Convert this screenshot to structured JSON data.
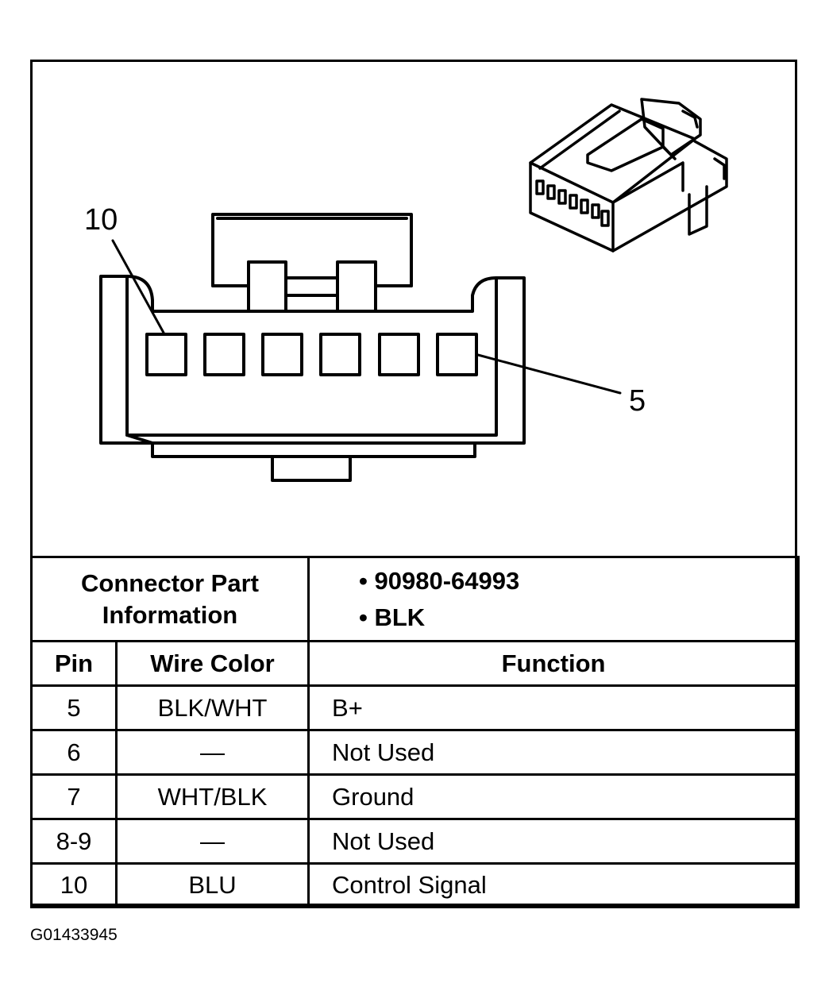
{
  "callouts": {
    "top_left": "10",
    "right": "5"
  },
  "connector_info": {
    "label": "Connector Part Information",
    "items": [
      "90980-64993",
      "BLK"
    ]
  },
  "table": {
    "headers": [
      "Pin",
      "Wire Color",
      "Function"
    ],
    "rows": [
      {
        "pin": "5",
        "wire_color": "BLK/WHT",
        "function": "B+"
      },
      {
        "pin": "6",
        "wire_color": "—",
        "function": "Not Used"
      },
      {
        "pin": "7",
        "wire_color": "WHT/BLK",
        "function": "Ground"
      },
      {
        "pin": "8-9",
        "wire_color": "—",
        "function": "Not Used"
      },
      {
        "pin": "10",
        "wire_color": "BLU",
        "function": "Control Signal"
      }
    ]
  },
  "figure_code": "G01433945"
}
